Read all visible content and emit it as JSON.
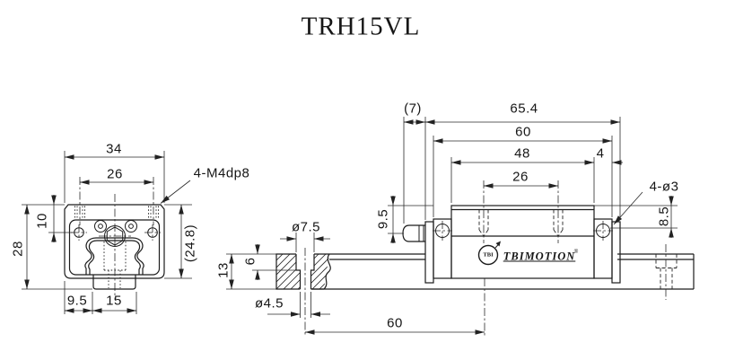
{
  "title": "TRH15VL",
  "brand": {
    "emblem": "TBI",
    "name": "TBIMOTION",
    "reg": "®"
  },
  "front_view": {
    "dims": {
      "block_width": "34",
      "hole_spacing": "26",
      "thread_callout": "4-M4dp8",
      "top_to_side_hole": "10",
      "assembly_height": "28",
      "block_height": "(24.8)",
      "edge_to_rail": "9.5",
      "rail_width": "15"
    }
  },
  "side_view": {
    "dims": {
      "nipple_length": "(7)",
      "total_length": "65.4",
      "length_with_caps": "60",
      "body_length": "48",
      "cap_width": "4",
      "hole_spacing": "26",
      "top_to_nipple": "9.5",
      "top_to_side_hole": "8.5",
      "side_hole_callout": "4-ø3",
      "counterbore_dia": "ø7.5",
      "counterbore_depth": "6",
      "rail_height": "13",
      "hole_dia": "ø4.5",
      "rail_hole_pitch": "60"
    }
  }
}
